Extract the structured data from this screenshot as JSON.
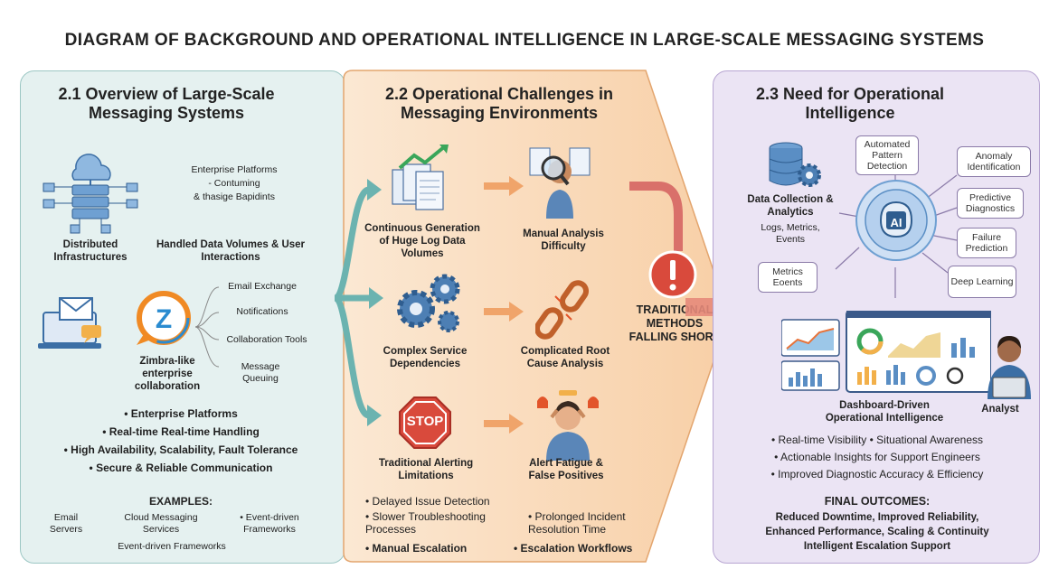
{
  "title": "DIAGRAM OF BACKGROUND AND OPERATIONAL INTELLIGENCE IN LARGE-SCALE MESSAGING SYSTEMS",
  "sec1": {
    "heading": "2.1 Overview of Large-Scale Messaging Systems",
    "enterprise_note_1": "Enterprise Platforms",
    "enterprise_note_2": "- Contuming",
    "enterprise_note_3": "& thasige Bapidints",
    "distributed": "Distributed Infrastructures",
    "handled": "Handled Data Volumes & User Interactions",
    "zimbra": "Zimbra-like enterprise collaboration",
    "zimbra_items": [
      "Email Exchange",
      "Notifications",
      "Collaboration Tools",
      "Message Queuing"
    ],
    "features": [
      "• Enterprise Platforms",
      "• Real-time Real-time Handling",
      "• High Availability, Scalability, Fault Tolerance",
      "• Secure & Reliable Communication"
    ],
    "examples_label": "EXAMPLES:",
    "ex_email": "Email Servers",
    "ex_cloud": "Cloud Messaging Services",
    "ex_event1": "• Event-driven Frameworks",
    "ex_event2": "Event-driven Frameworks"
  },
  "sec2": {
    "heading": "2.2 Operational Challenges in Messaging Environments",
    "c1": "Continuous Generation of Huge Log Data Volumes",
    "c2": "Manual Analysis Difficulty",
    "c3": "Complex Service Dependencies",
    "c4": "Complicated Root Cause Analysis",
    "c5": "Traditional Alerting Limitations",
    "c6": "Alert Fatigue & False Positives",
    "stop": "STOP",
    "traditional": "TRADITIONAL METHODS FALLING SHORT",
    "bul_delayed": "• Delayed Issue Detection",
    "bul_slower": "• Slower Troubleshooting Processes",
    "bul_prolonged": "• Prolonged Incident Resolution Time",
    "bul_manual": "• Manual Escalation",
    "bul_escalation": "• Escalation Workflows"
  },
  "sec3": {
    "heading": "2.3 Need for Operational Intelligence",
    "data_coll": "Data Collection & Analytics",
    "logs": "Logs, Metrics, Events",
    "ai": "AI",
    "boxes": {
      "automated": "Automated Pattern Detection",
      "anomaly": "Anomaly Identification",
      "predictive": "Predictive Diagnostics",
      "failure": "Failure Prediction",
      "deep": "Deep Learning",
      "metrics": "Metrics Eoents"
    },
    "dashboard": "Dashboard-Driven Operational Intelligence",
    "analyst": "Analyst",
    "bul1": "• Real-time Visibility • Situational Awareness",
    "bul2": "• Actionable Insights for Support Engineers",
    "bul3": "• Improved Diagnostic Accuracy & Efficiency",
    "final_label": "FINAL OUTCOMES:",
    "final1": "Reduced Downtime, Improved Reliability,",
    "final2": "Enhanced Performance, Scaling & Continuity",
    "final3": "Intelligent Escalation Support"
  },
  "colors": {
    "teal": "#6bb3b0",
    "orange": "#f0a46a",
    "purple": "#8d78b6",
    "red": "#d94a3c"
  }
}
